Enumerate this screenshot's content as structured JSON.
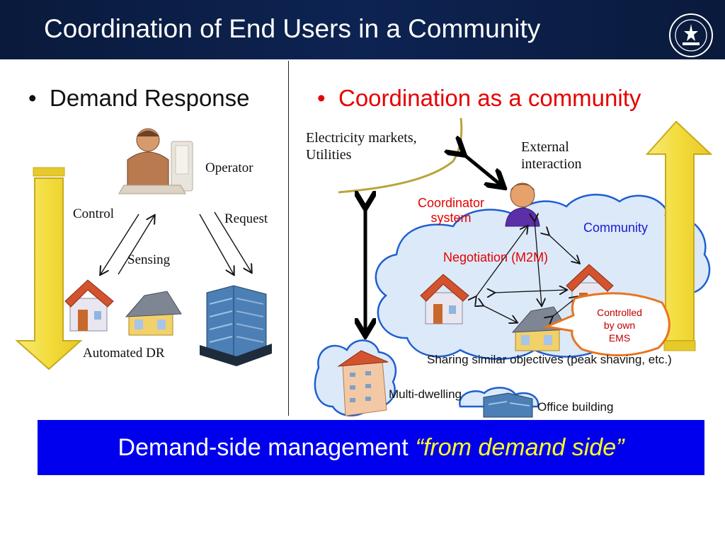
{
  "slide": {
    "title": "Coordination of End Users in a Community"
  },
  "left": {
    "bullet": "Demand Response",
    "operator": "Operator",
    "control": "Control",
    "request": "Request",
    "sensing": "Sensing",
    "automated_dr": "Automated DR"
  },
  "right": {
    "bullet": "Coordination as a community",
    "markets_line1": "Electricity markets,",
    "markets_line2": "Utilities",
    "external_line1": "External",
    "external_line2": "interaction",
    "coordinator_line1": "Coordinator",
    "coordinator_line2": "system",
    "community": "Community",
    "negotiation": "Negotiation (M2M)",
    "ems_line1": "Controlled",
    "ems_line2": "by own",
    "ems_line3": "EMS",
    "sharing": "Sharing similar objectives (peak shaving, etc.)",
    "multi_dwelling": "Multi-dwelling",
    "office_building": "Office building"
  },
  "banner": {
    "text": "Demand-side management",
    "highlight": "“from demand side”"
  },
  "colors": {
    "title_bg": "#0d2352",
    "banner_bg": "#0000ee",
    "highlight": "#ffff22",
    "accent_red": "#e60000",
    "community_blue": "#1a1acc",
    "cloud_fill": "#dce9f9",
    "cloud_stroke": "#1e5fd0",
    "arrow_yellow": "#f5e04a"
  }
}
